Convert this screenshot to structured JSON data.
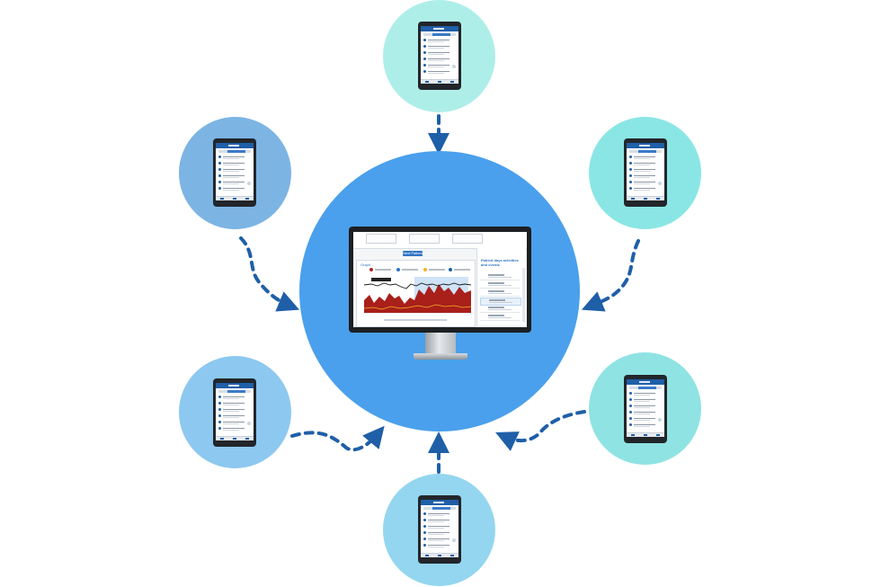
{
  "diagram": {
    "hub_color": "#4aa0ec",
    "arrow_color": "#1f5fa8",
    "satellites": [
      {
        "id": "top",
        "color": "#aeeee9"
      },
      {
        "id": "upper-right",
        "color": "#8ae6e4"
      },
      {
        "id": "lower-right",
        "color": "#8fe3e3"
      },
      {
        "id": "bottom",
        "color": "#94d6f0"
      },
      {
        "id": "lower-left",
        "color": "#8dc8f0"
      },
      {
        "id": "upper-left",
        "color": "#7cb4e4"
      }
    ]
  },
  "desktop": {
    "button_label": "Next Patient",
    "graph_title": "Graph",
    "side_title": "Patient days activities and events"
  }
}
